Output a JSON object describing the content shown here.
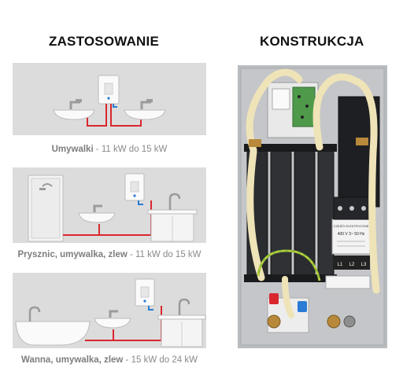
{
  "headings": {
    "left": "ZASTOSOWANIE",
    "right": "KONSTRUKCJA"
  },
  "panels": [
    {
      "label_bold": "Umywalki",
      "label_rest": " - 11 kW do 15 kW"
    },
    {
      "label_bold": "Prysznic, umywalka, zlew",
      "label_rest": " - 11 kW do 15 kW"
    },
    {
      "label_bold": "Wanna, umywalka, zlew",
      "label_rest": " - 15 kW do 24 kW"
    }
  ],
  "construction": {
    "breaker_labels": [
      "L1",
      "L2",
      "L3"
    ],
    "rating_plate": "400 V 3~ 50 Hz",
    "plate_line": "CZĘŚĆI ELEKTRYCZNE"
  },
  "colors": {
    "panel_bg": "#dcdcdc",
    "pipe_red": "#d9272e",
    "pipe_blue": "#2a7bd4",
    "heater_body": "#fafafa",
    "case_bg": "#b9bcbf"
  }
}
